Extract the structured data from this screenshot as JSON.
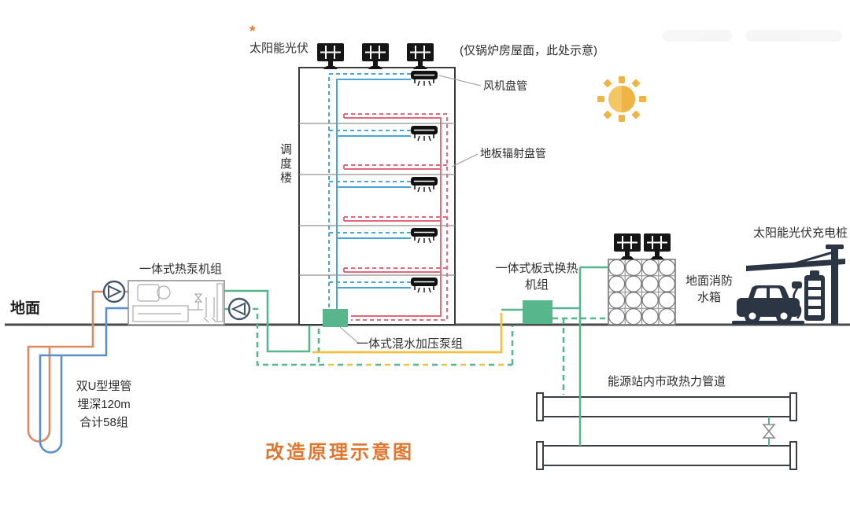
{
  "title": {
    "text": "改造原理示意图"
  },
  "labels": {
    "solar_pv_asterisk": "*",
    "solar_pv_roof": "太阳能光伏",
    "roof_note": "(仅锅炉房屋面，此处示意)",
    "fan_coil_unit": "风机盘管",
    "floor_radiant_coil": "地板辐射盘管",
    "dispatch_building": "调度楼",
    "ground": "地面",
    "heat_pump_unit": "一体式热泵机组",
    "borehole_line1": "双U型埋管",
    "borehole_line2": "埋深120m",
    "borehole_line3": "合计58组",
    "mixing_pump_unit": "一体式混水加压泵组",
    "plate_hx_line1": "一体式板式换热",
    "plate_hx_line2": "机组",
    "fire_tank_line1": "地面消防",
    "fire_tank_line2": "水箱",
    "pv_charging_pile": "太阳能光伏充电桩",
    "municipal_pipes": "能源站内市政热力管道"
  },
  "colors": {
    "pipe_blue": "#4aa6d8",
    "pipe_red": "#e0697b",
    "pipe_green": "#57b68c",
    "pipe_yellow": "#efc243",
    "pipe_orange": "#dc8a60",
    "equipment_green": "#57b68c",
    "icon_navy": "#2b3544",
    "sun_gold": "#eeb446",
    "title_orange": "#e0762e",
    "ground_gray": "#4a4a4a"
  },
  "icons": [
    "solar-panel-icon",
    "sun-icon",
    "fan-coil-icon",
    "pump-icon",
    "valve-icon",
    "ev-car-icon",
    "ev-charger-icon",
    "fire-water-tank-icon",
    "borehole-u-pipe-icon",
    "municipal-pipe-icon"
  ]
}
